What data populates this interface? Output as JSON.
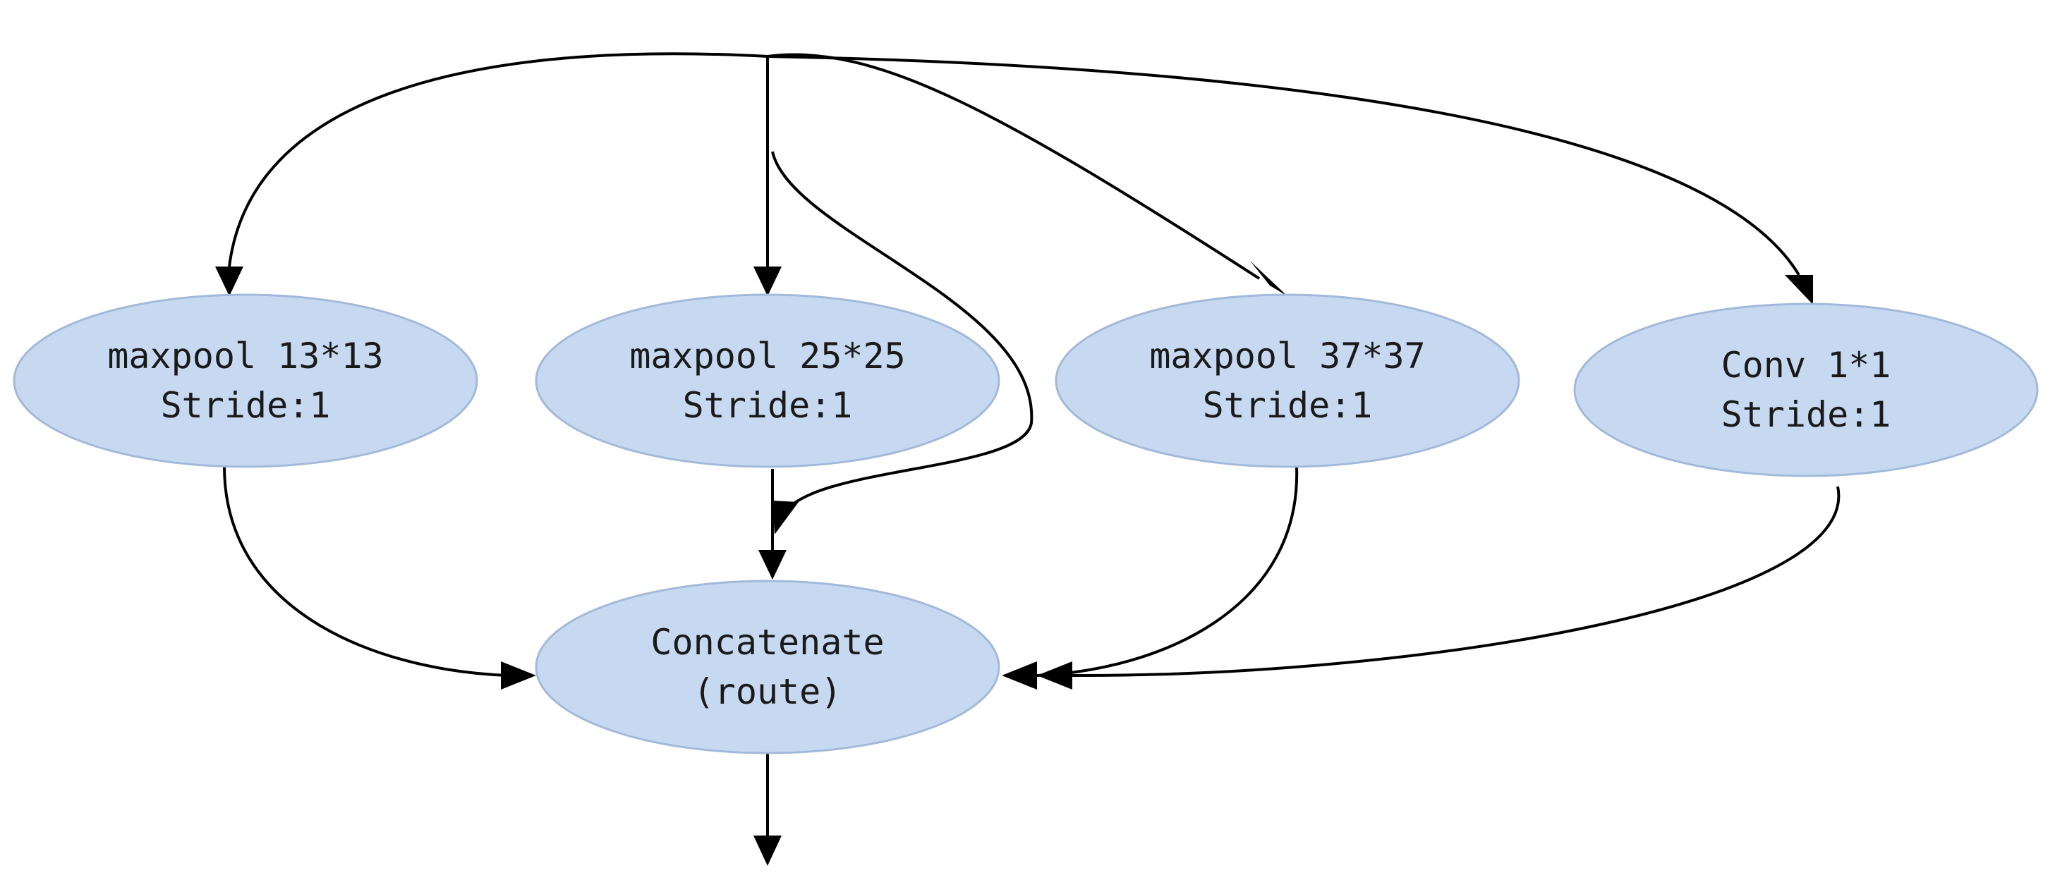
{
  "nodes": [
    {
      "id": "maxpool13",
      "line1": "maxpool 13*13",
      "line2": "Stride:1"
    },
    {
      "id": "maxpool25",
      "line1": "maxpool 25*25",
      "line2": "Stride:1"
    },
    {
      "id": "maxpool37",
      "line1": "maxpool 37*37",
      "line2": "Stride:1"
    },
    {
      "id": "conv1",
      "line1": "Conv 1*1",
      "line2": "Stride:1"
    },
    {
      "id": "concat",
      "line1": "Concatenate",
      "line2": "(route)"
    }
  ],
  "edges": [
    {
      "from": "input",
      "to": "maxpool13"
    },
    {
      "from": "input",
      "to": "maxpool25"
    },
    {
      "from": "input",
      "to": "maxpool37"
    },
    {
      "from": "input",
      "to": "conv1"
    },
    {
      "from": "input",
      "to": "concat"
    },
    {
      "from": "maxpool13",
      "to": "concat"
    },
    {
      "from": "maxpool25",
      "to": "concat"
    },
    {
      "from": "maxpool37",
      "to": "concat"
    },
    {
      "from": "conv1",
      "to": "concat"
    },
    {
      "from": "concat",
      "to": "output"
    }
  ],
  "colors": {
    "node_fill": "#c6d9f1",
    "node_stroke": "#a3b9d9",
    "edge": "#000000"
  }
}
